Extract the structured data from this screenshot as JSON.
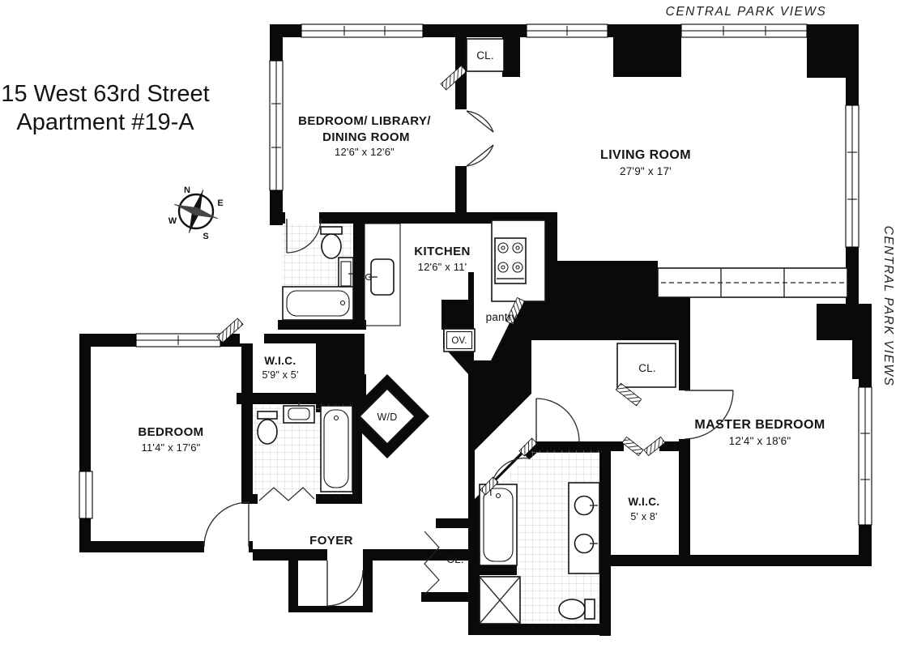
{
  "header": {
    "address_line1": "15 West 63rd Street",
    "address_line2": "Apartment #19-A"
  },
  "annotations": {
    "view_top": "CENTRAL PARK VIEWS",
    "view_right": "CENTRAL PARK VIEWS"
  },
  "compass": {
    "north": "N",
    "south": "S",
    "east": "E",
    "west": "W"
  },
  "rooms": {
    "bedroom_library": {
      "name_line1": "BEDROOM/ LIBRARY/",
      "name_line2": "DINING ROOM",
      "dims": "12'6\" x 12'6\""
    },
    "living_room": {
      "name": "LIVING ROOM",
      "dims": "27'9\" x 17'"
    },
    "kitchen": {
      "name": "KITCHEN",
      "dims": "12'6\" x 11'"
    },
    "pantry": {
      "name": "pantry"
    },
    "oven": {
      "name": "OV."
    },
    "washer_dryer": {
      "name": "W/D"
    },
    "wic_left": {
      "name": "W.I.C.",
      "dims": "5'9\" x 5'"
    },
    "bedroom": {
      "name": "BEDROOM",
      "dims": "11'4\" x 17'6\""
    },
    "foyer": {
      "name": "FOYER"
    },
    "closet_library": {
      "name": "CL."
    },
    "closet_foyer": {
      "name": "CL."
    },
    "closet_master_hall": {
      "name": "CL."
    },
    "wic_master": {
      "name": "W.I.C.",
      "dims": "5' x 8'"
    },
    "master_bedroom": {
      "name": "MASTER BEDROOM",
      "dims": "12'4\" x 18'6\""
    }
  }
}
